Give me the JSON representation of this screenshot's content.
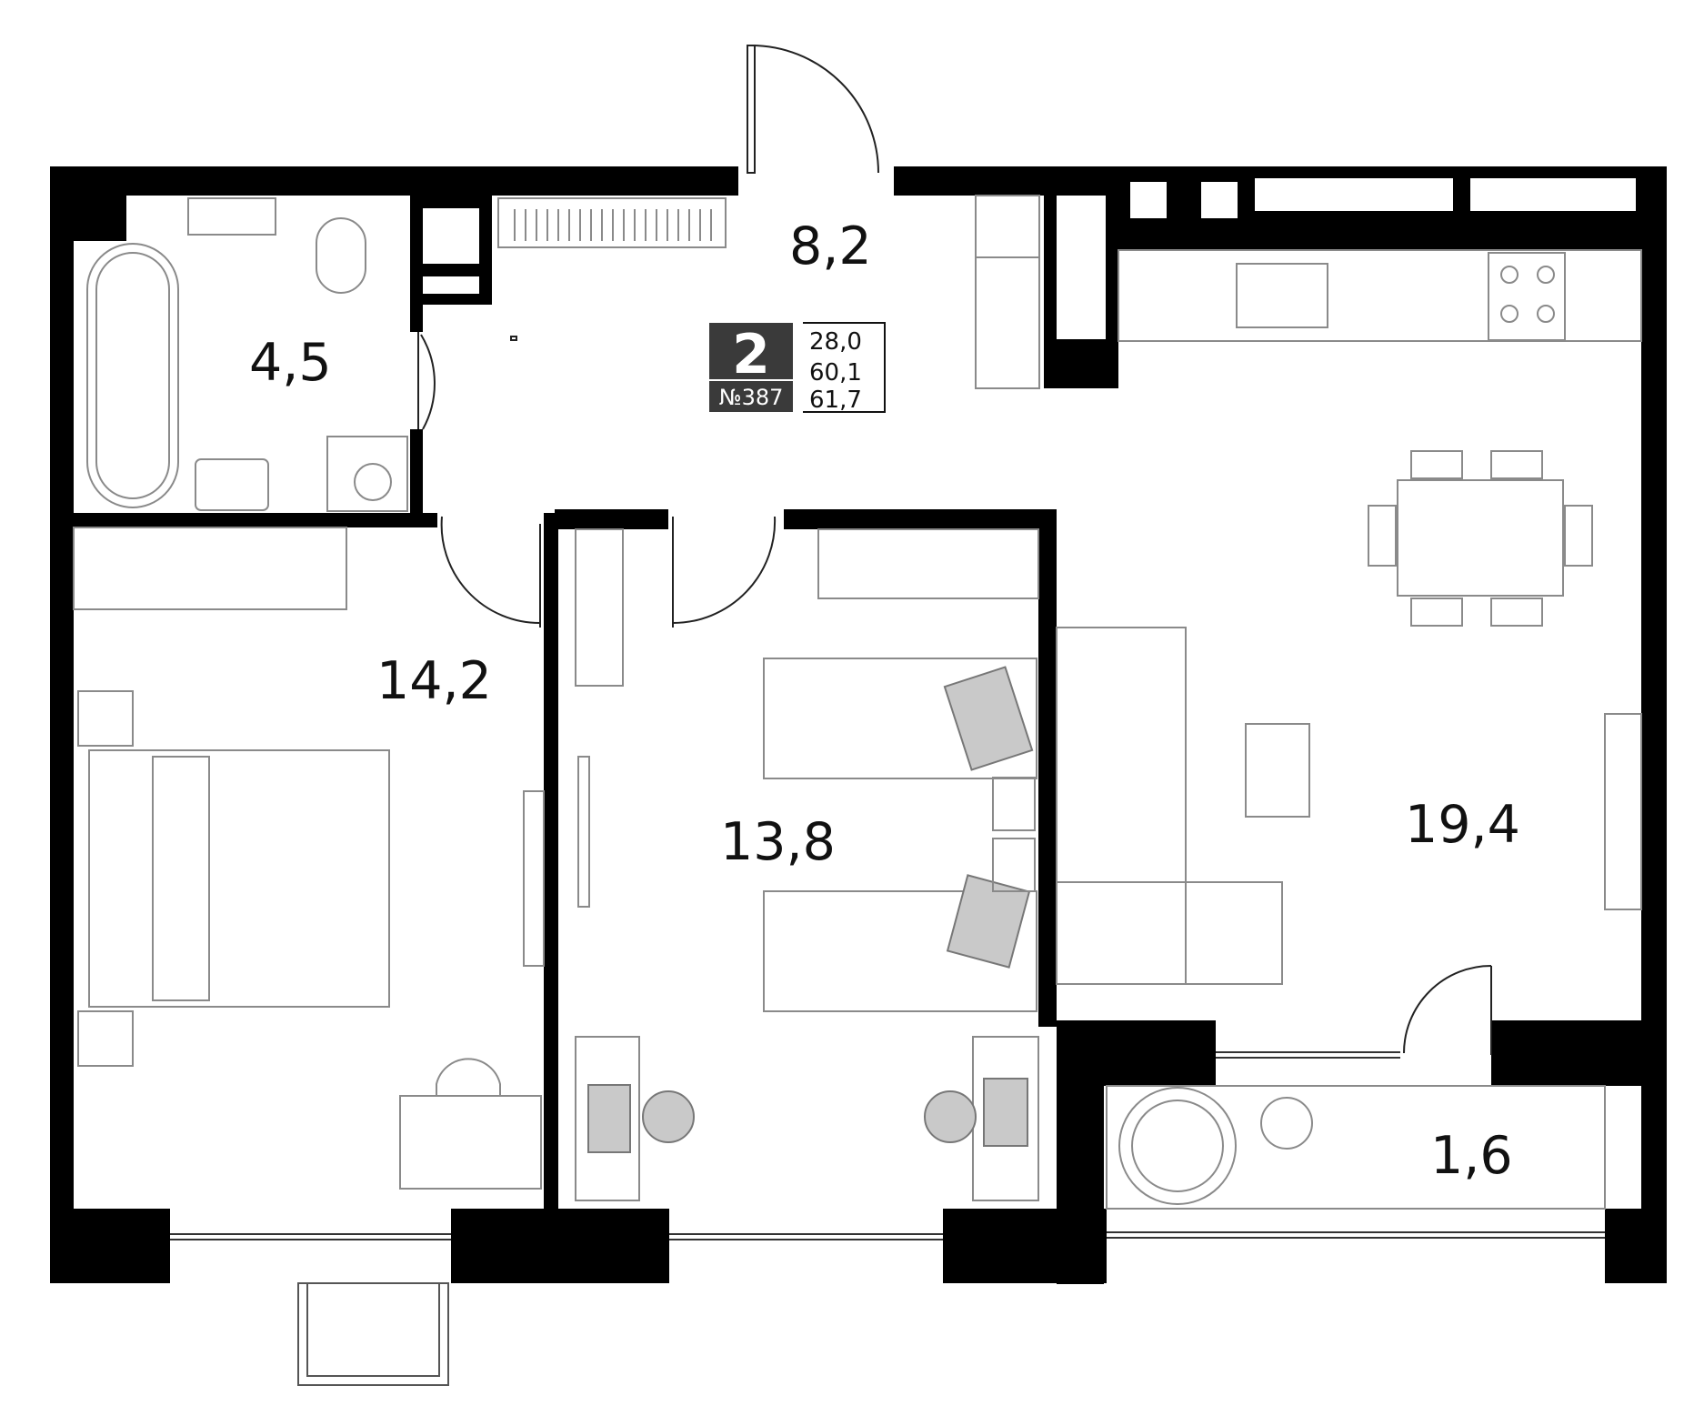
{
  "badge": {
    "rooms": "2",
    "number": "№387",
    "areas": [
      "28,0",
      "60,1",
      "61,7"
    ]
  },
  "rooms": [
    {
      "id": "hall",
      "label": "8,2"
    },
    {
      "id": "bathroom",
      "label": "4,5"
    },
    {
      "id": "bedroom",
      "label": "14,2"
    },
    {
      "id": "kids",
      "label": "13,8"
    },
    {
      "id": "living",
      "label": "19,4"
    },
    {
      "id": "balcony",
      "label": "1,6"
    }
  ],
  "colors": {
    "wall": "#000000",
    "badge": "#3a3a3a",
    "furniture": "#8a8a8a"
  }
}
